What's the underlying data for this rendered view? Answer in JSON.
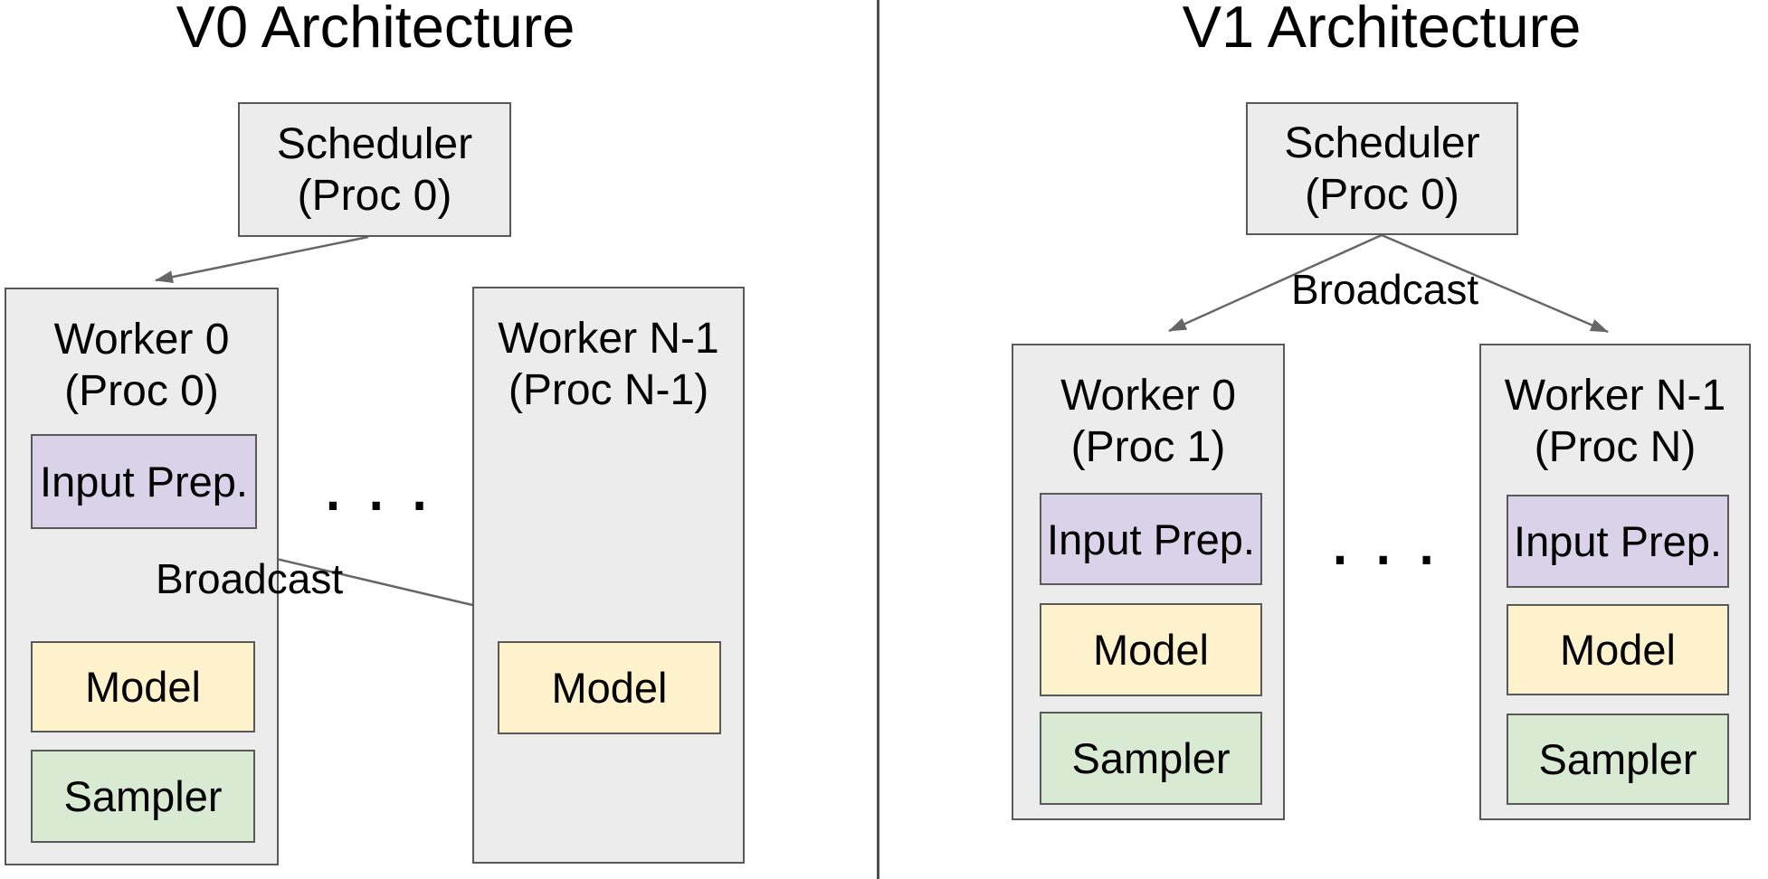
{
  "colors": {
    "background": "#ffffff",
    "container_fill": "#ececec",
    "input_prep_fill": "#d9d2e9",
    "model_fill": "#fdf2cc",
    "sampler_fill": "#d9ead3",
    "border": "#595959",
    "arrow": "#666666",
    "divider": "#4e4e4e",
    "text": "#000000"
  },
  "v0": {
    "title": "V0 Architecture",
    "scheduler": {
      "name": "Scheduler",
      "proc": "(Proc 0)"
    },
    "broadcast_label": "Broadcast",
    "ellipsis": ". . .",
    "worker0": {
      "name": "Worker 0",
      "proc": "(Proc 0)",
      "input_prep": "Input Prep.",
      "model": "Model",
      "sampler": "Sampler"
    },
    "workerN": {
      "name": "Worker N-1",
      "proc": "(Proc N-1)",
      "model": "Model"
    }
  },
  "v1": {
    "title": "V1 Architecture",
    "scheduler": {
      "name": "Scheduler",
      "proc": "(Proc 0)"
    },
    "broadcast_label": "Broadcast",
    "ellipsis": ". . .",
    "worker0": {
      "name": "Worker 0",
      "proc": "(Proc 1)",
      "input_prep": "Input Prep.",
      "model": "Model",
      "sampler": "Sampler"
    },
    "workerN": {
      "name": "Worker N-1",
      "proc": "(Proc N)",
      "input_prep": "Input Prep.",
      "model": "Model",
      "sampler": "Sampler"
    }
  }
}
